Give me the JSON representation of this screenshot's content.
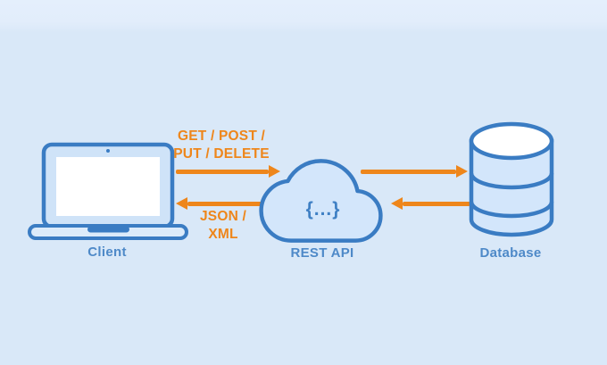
{
  "colors": {
    "background": "#D9E8F8",
    "shape_stroke": "#3A7CC3",
    "shape_fill": "#D3E6FB",
    "screen_fill": "#FFFFFF",
    "arrow_orange": "#EE861B",
    "label_blue": "#4E89C8"
  },
  "diagram": {
    "nodes": [
      {
        "id": "client",
        "label": "Client",
        "icon": "laptop-icon"
      },
      {
        "id": "rest_api",
        "label": "REST API",
        "icon": "cloud-icon",
        "glyph": "{...}"
      },
      {
        "id": "database",
        "label": "Database",
        "icon": "database-icon"
      }
    ],
    "edges": [
      {
        "from": "client",
        "to": "rest_api",
        "direction": "right",
        "label": "GET / POST /\nPUT / DELETE"
      },
      {
        "from": "rest_api",
        "to": "client",
        "direction": "left",
        "label": "JSON /\nXML"
      },
      {
        "from": "rest_api",
        "to": "database",
        "direction": "right",
        "label": ""
      },
      {
        "from": "database",
        "to": "rest_api",
        "direction": "left",
        "label": ""
      }
    ]
  }
}
